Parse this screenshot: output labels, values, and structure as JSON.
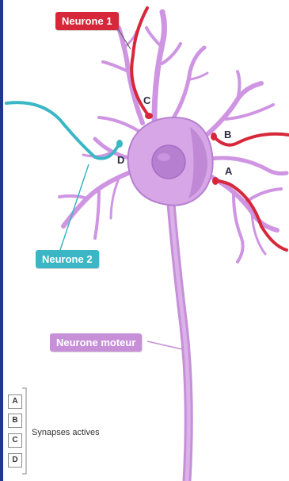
{
  "labels": {
    "neurone1": "Neurone 1",
    "neurone2": "Neurone 2",
    "moteur": "Neurone moteur"
  },
  "synapses": [
    "C",
    "B",
    "D",
    "A"
  ],
  "legend": {
    "boxes": [
      "A",
      "B",
      "C",
      "D"
    ],
    "text": "Synapses actives"
  },
  "colors": {
    "neurone1": "#d6283a",
    "neurone2": "#3bb6c4",
    "moteur": "#c78fd8",
    "cell": "#d7a6e6",
    "nucleus": "#b77fd0",
    "frame": "#1d3a8a"
  }
}
